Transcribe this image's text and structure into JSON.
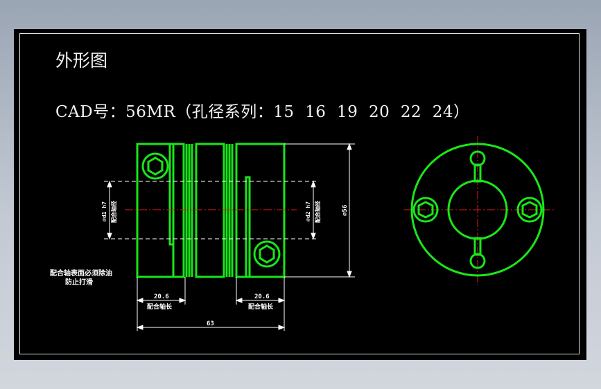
{
  "drawing": {
    "title": "外形图",
    "cad_line": "CAD号：56MR（孔径系列：15  16  19  20  22  24）",
    "dims": {
      "bore1": "⌀d1 h7",
      "bore1_note": "配合轴径",
      "bore2": "⌀d2 h7",
      "bore2_note": "配合轴径",
      "outer_dia": "⌀56",
      "fit_len_left": "20.6",
      "fit_len_left_note": "配合轴长",
      "fit_len_right": "20.6",
      "fit_len_right_note": "配合轴长",
      "total_len": "63"
    },
    "warning_line1": "配合轴表面必须除油",
    "warning_line2": "防止打滑"
  },
  "colors": {
    "part": "#19e619",
    "centerline": "#e61919",
    "dimension": "#ffffff",
    "background": "#000000"
  }
}
